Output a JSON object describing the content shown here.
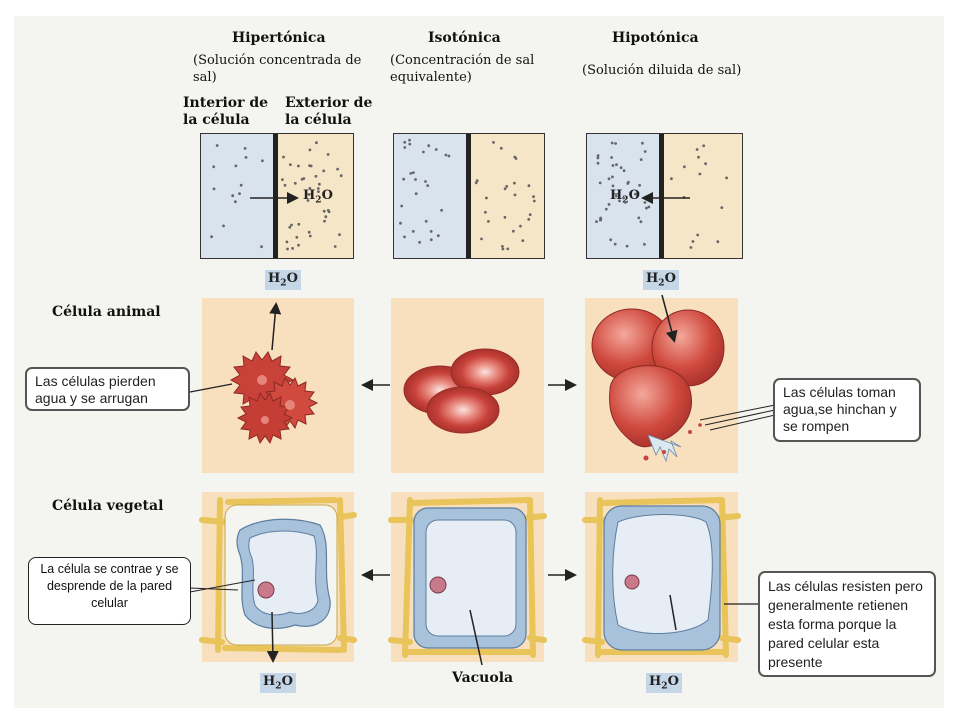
{
  "columns": [
    {
      "title": "Hipertónica",
      "subtitle": "(Solución concentrada de sal)"
    },
    {
      "title": "Isotónica",
      "subtitle": "(Concentración de sal equivalente)"
    },
    {
      "title": "Hipotónica",
      "subtitle": "(Solución diluida de sal)"
    }
  ],
  "labels": {
    "interior": "Interior de la célula",
    "exterior": "Exterior de la célula",
    "animal_row": "Célula animal",
    "plant_row": "Célula vegetal",
    "vacuole": "Vacuola",
    "water": "H",
    "water_sub": "2",
    "water_end": "O"
  },
  "callouts": {
    "animal_hyper": "Las células pierden agua y se arrugan",
    "animal_hypo": "Las células toman agua,se hinchan y se rompen",
    "plant_hyper": "La célula se contrae y se desprende de la pared celular",
    "plant_hypo": "Las células resisten pero generalmente retienen esta forma porque la pared celular esta presente"
  },
  "colors": {
    "interior_fill": "#d8e3ee",
    "exterior_fill": "#f5e6c8",
    "panel_fill": "#f8dfbe",
    "cell_red": "#c8423a",
    "cell_wall": "#e8c45a",
    "vacuole_fill": "#e6edf5"
  }
}
